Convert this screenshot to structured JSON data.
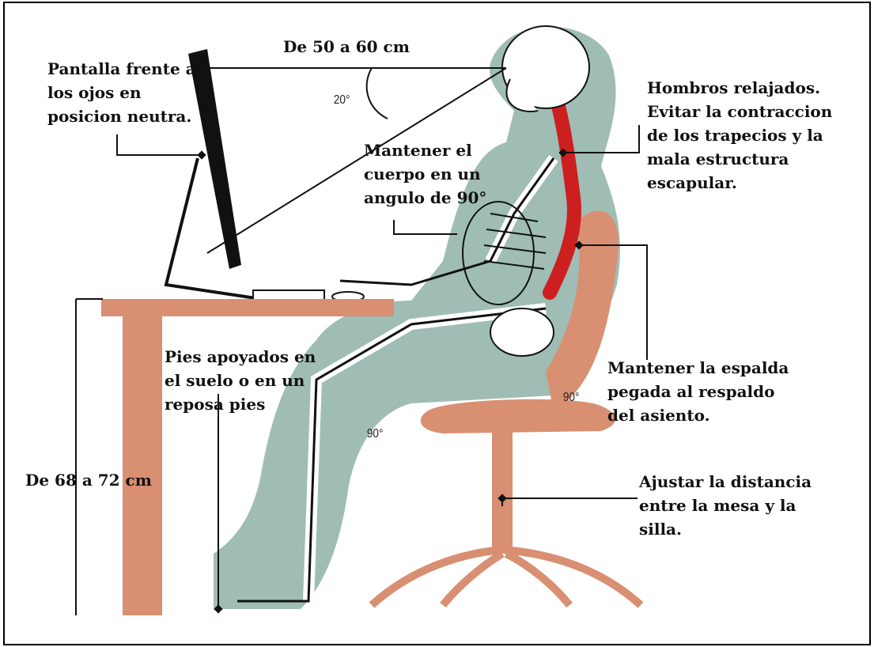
{
  "labels": {
    "screen": "Pantalla frente a\nlos ojos en\nposicion neutra.",
    "distance": "De 50 a 60 cm",
    "shoulders": "Hombros relajados.\nEvitar la contraccion\nde los trapecios y la\nmala estructura\nescapular.",
    "body_angle": "Mantener el\ncuerpo en un\nangulo de 90°",
    "feet": "Pies apoyados en\nel suelo o en un\nreposa pies",
    "back": "Mantener la espalda\npegada al respaldo\ndel asiento.",
    "desk_height": "De 68 a 72 cm",
    "chair_distance": "Ajustar la distancia\nentre la mesa y la\nsilla."
  },
  "angles": {
    "gaze": "20°",
    "knee": "90°",
    "hip": "90°"
  },
  "colors": {
    "furniture": "#d98f72",
    "silhouette": "#9fbdb5",
    "spine": "#cc1f1f",
    "skeleton": "#ffffff",
    "line": "#111111"
  }
}
